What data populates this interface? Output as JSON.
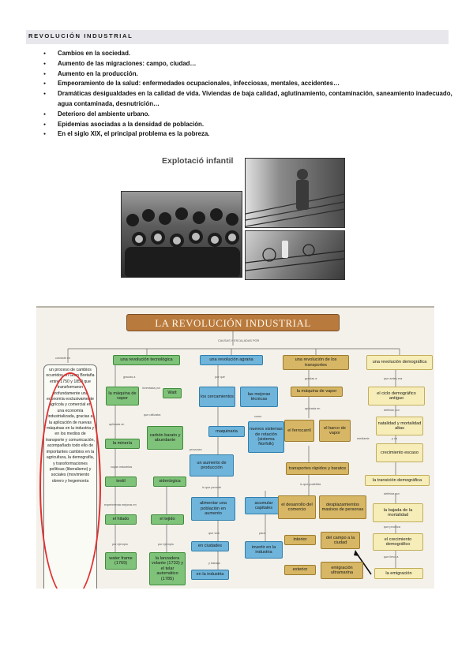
{
  "header": {
    "title": "REVOLUCIÓN INDUSTRIAL"
  },
  "bullets": [
    "Cambios en la sociedad.",
    "Aumento de las migraciones: campo, ciudad…",
    "Aumento en la producción.",
    "Empeoramiento de la salud: enfermedades ocupacionales, infecciosas, mentales, accidentes…",
    "Dramáticas desigualdades en la calidad de vida. Viviendas de baja calidad, aglutinamiento, contaminación, saneamiento inadecuado, agua contaminada, desnutrición…",
    "Deterioro del ambiente urbano.",
    "Epidemias asociadas a la densidad de población.",
    "En el siglo XIX, el principal problema es la pobreza."
  ],
  "photos": {
    "title": "Explotació infantil"
  },
  "concept_map": {
    "title": "LA REVOLUCIÓN INDUSTRIAL",
    "subtitle": "CAUSAS Y ESCALADAS POR",
    "left_text": "un proceso de cambios ocurridos en Gran Bretaña entre 1750 y 1850 que transformaron profundamente una economía exclusivamente agrícola y comercial en una economía industrializada, gracias a la aplicación de nuevas máquinas en la industria y en los medios de transporte y comunicación, acompañado todo ello de importantes cambios en la agricultura, la demografía, y transformaciones políticas (liberalismo) y sociales (movimiento obrero y hegemonía",
    "left_label": "consiste en",
    "boxes": {
      "tecnologica": "una revolución tecnológica",
      "agraria": "una revolución agraria",
      "transportes": "una revolución de los transportes",
      "demografica": "una revolución demográfica",
      "maquina_vapor": "la máquina de vapor",
      "watt": "Watt",
      "carbon": "carbón barato y abundante",
      "mineria": "la minería",
      "textil": "textil",
      "siderurgica": "siderúrgica",
      "hilado": "el hilado",
      "tejido": "el tejido",
      "water_frame": "water frame (1769)",
      "lanzadera": "la lanzadera volante (1733) y el telar automático (1785)",
      "cercamientos": "los cercamientos",
      "mejoras": "las mejoras técnicas",
      "maquinaria": "maquinaria",
      "rotacion": "nuevos sistemas de rotación (sistema Norfolk)",
      "aumento_produccion": "un aumento de producción",
      "alimentar": "alimentar una población en aumento",
      "acumular": "acumular capitales",
      "ciudades": "en ciudades",
      "industria": "en la industria",
      "invertir": "invertir en la industria",
      "maquina_vapor_t": "la máquina de vapor",
      "ferrocarril": "el ferrocarril",
      "barco": "el barco de vapor",
      "transportes_rapidos": "transportes rápidos y baratos",
      "comercio": "el desarrollo del comercio",
      "desplazamientos": "desplazamientos masivos de personas",
      "interior": "interior",
      "campo_ciudad": "del campo a la ciudad",
      "exterior": "exterior",
      "emigracion": "emigración ultramarina",
      "ciclo": "el ciclo demográfico antiguo",
      "natalidad": "natalidad y mortalidad altas",
      "crecimiento": "crecimiento escaso",
      "transicion": "la transición demográfica",
      "bajada": "la bajada de la mortalidad",
      "crecimiento_dem": "el crecimiento demográfico",
      "emigracion2": "la emigración"
    },
    "labels": {
      "gracias_a": "gracias a",
      "inventada_por": "inventada por",
      "aplicada_en": "aplicada en",
      "que_utilizaba": "que utilizaba",
      "cuyas_industrias": "cuyas industrias",
      "experimenta_mejoras_en": "experimenta mejoras en",
      "por_ejemplo": "por ejemplo",
      "por_que": "por qué",
      "como": "como",
      "provocan": "provocan",
      "lo_que_permite": "lo que permite",
      "para": "para",
      "que_vive": "que vive",
      "y_trabaja": "y trabaja",
      "que_permite": "que permite",
      "gracias_a_2": "gracias a",
      "aplicada_en_2": "aplicada en",
      "lo_que_posibilita": "lo que posibilita",
      "que_antes_era": "que antes era",
      "definido_por": "definido por",
      "y_un": "y un",
      "mediante": "mediante",
      "definida_por": "definida por",
      "que_provoca": "que provoca",
      "que_llevó_a": "que llevó a"
    }
  }
}
